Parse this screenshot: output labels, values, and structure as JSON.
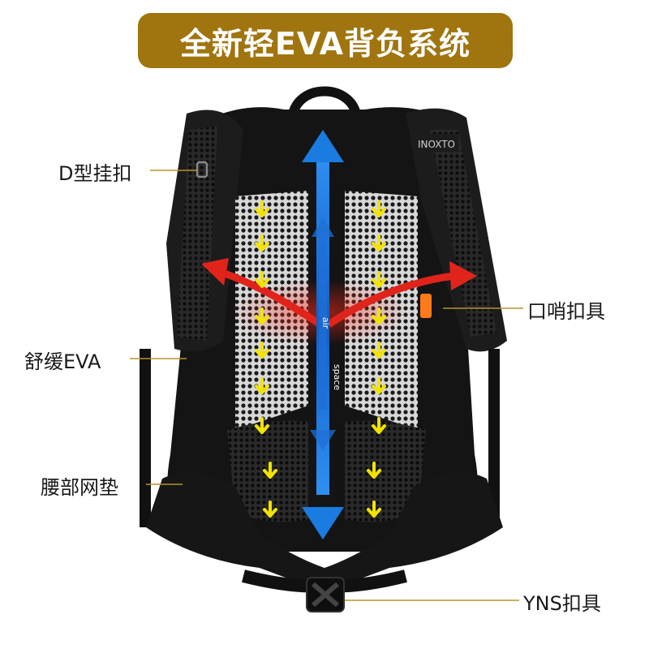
{
  "title": "全新轻EVA背负系统",
  "brand": "INOXTO",
  "air_text": "air",
  "space_text": "space",
  "callouts": {
    "d_ring": "D型挂扣",
    "whistle_buckle": "口哨扣具",
    "comfort_eva": "舒缓EVA",
    "waist_mesh": "腰部网垫",
    "yns_buckle": "YNS扣具"
  },
  "colors": {
    "banner": "#a0750f",
    "arrow_blue": "#1a7be0",
    "arrow_yellow": "#f2e300",
    "arrow_red": "#e0241b",
    "leader_line": "#b8912e"
  }
}
